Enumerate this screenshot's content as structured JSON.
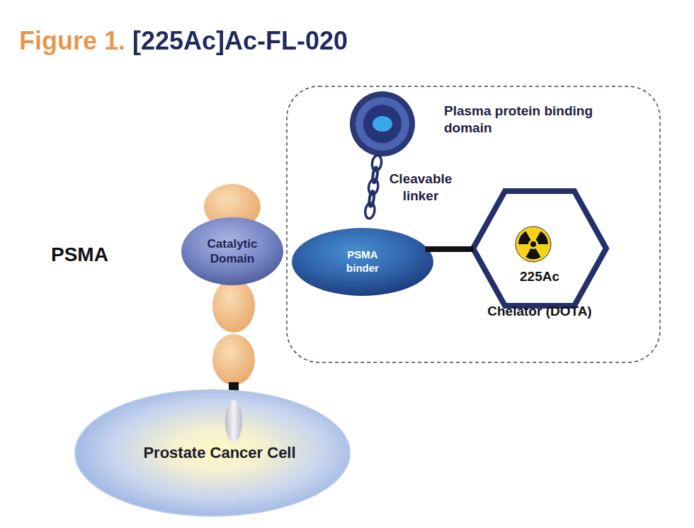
{
  "diagram": {
    "title": "Figure 1. [225Ac]Ac-FL-020",
    "nodes": [
      {
        "text": [
          "Plasma protein binding domain"
        ]
      },
      {
        "text": [
          "Catalytic Domain"
        ]
      },
      {
        "text": [
          "PSMA binder"
        ]
      },
      {
        "text": [
          "225Ac",
          "Chelator (DOTA)"
        ]
      },
      {
        "text": [
          "Prostate Cancer Cell"
        ]
      }
    ],
    "edges": [
      {
        "from": 0,
        "to": 2,
        "label": "Cleavable linker",
        "arrow": "none"
      },
      {
        "from": 2,
        "to": 3,
        "arrow": "none"
      }
    ],
    "labels": [
      "PSMA"
    ]
  }
}
